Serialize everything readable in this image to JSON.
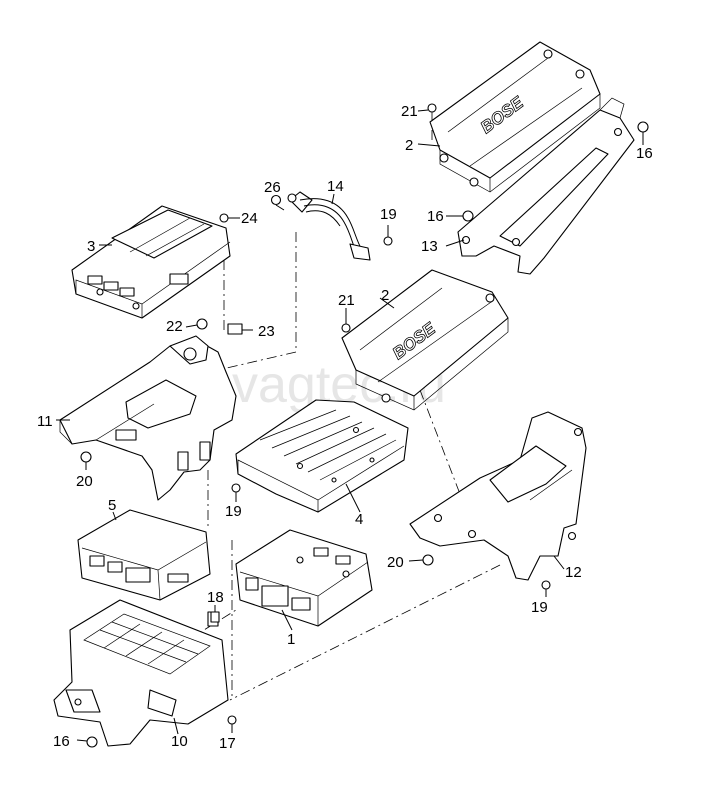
{
  "watermark": "vagtec.ru",
  "brand_text": "BOSE",
  "labels": {
    "l21a": "21",
    "l2a": "2",
    "l16a": "16",
    "l26": "26",
    "l14": "14",
    "l24": "24",
    "l19a": "19",
    "l16b": "16",
    "l13": "13",
    "l3": "3",
    "l21b": "21",
    "l2b": "2",
    "l22": "22",
    "l23": "23",
    "l11": "11",
    "l20a": "20",
    "l19b": "19",
    "l4": "4",
    "l5": "5",
    "l20b": "20",
    "l12": "12",
    "l19c": "19",
    "l18": "18",
    "l1": "1",
    "l16c": "16",
    "l10": "10",
    "l17": "17"
  }
}
